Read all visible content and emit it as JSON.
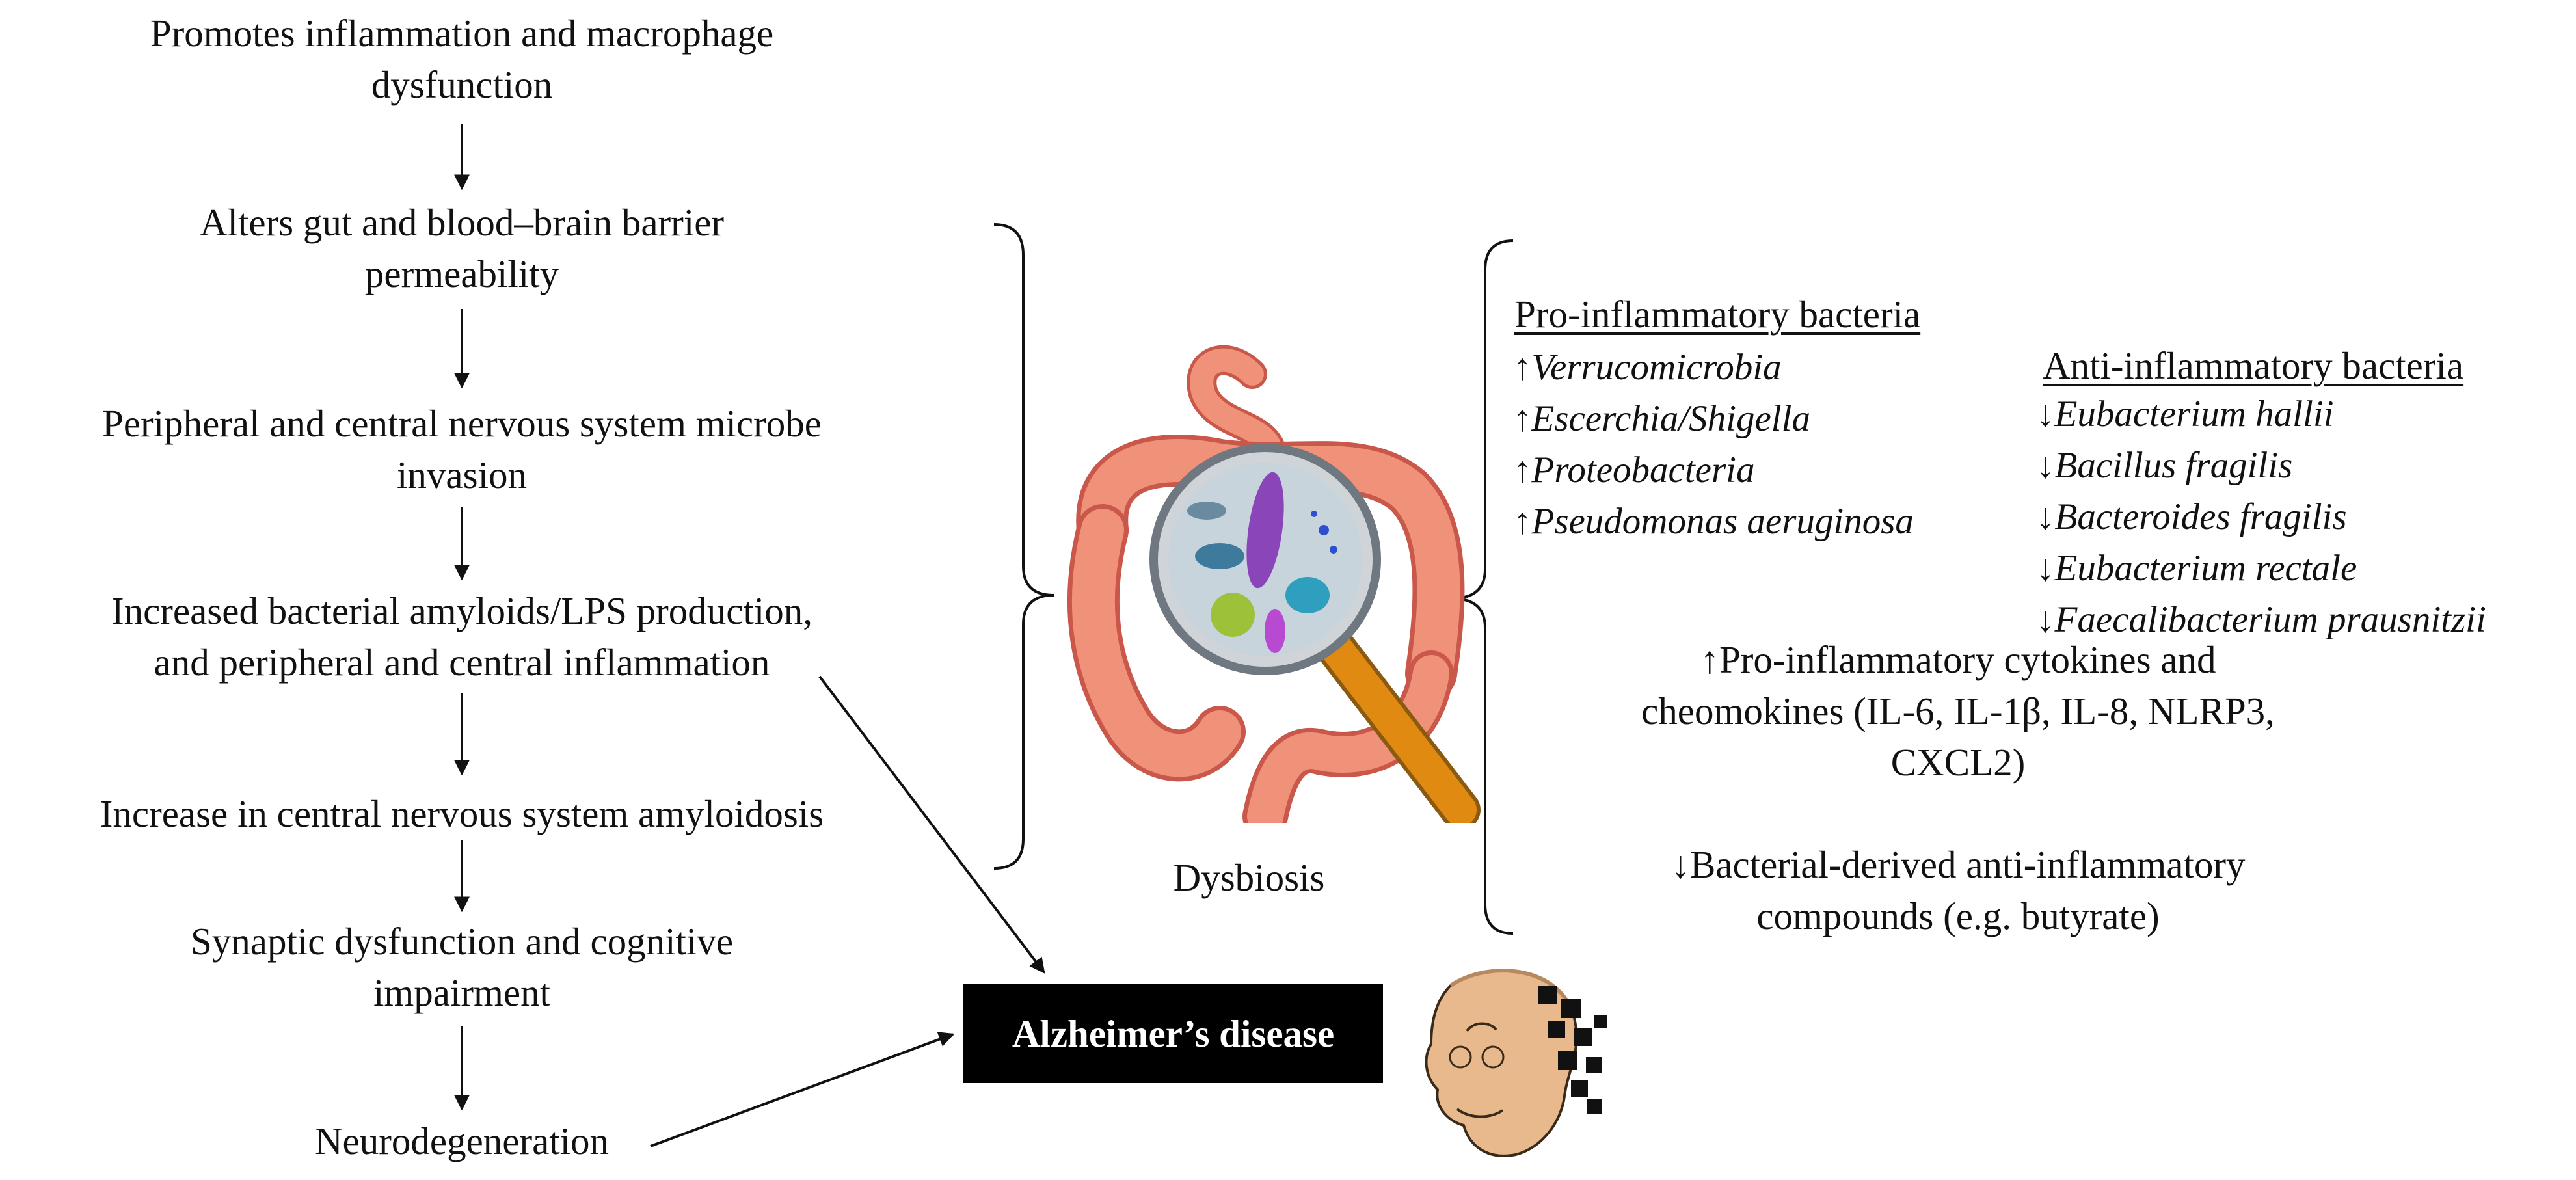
{
  "flow_steps": [
    {
      "line1": "Promotes inflammation and macrophage",
      "line2": "dysfunction"
    },
    {
      "line1": "Alters gut and blood–brain barrier",
      "line2": "permeability"
    },
    {
      "line1": "Peripheral and central nervous system microbe",
      "line2": "invasion"
    },
    {
      "line1": "Increased bacterial amyloids/LPS production,",
      "line2": "and peripheral and central inflammation"
    },
    {
      "line1": "Increase in central nervous system amyloidosis",
      "line2": ""
    },
    {
      "line1": "Synaptic dysfunction and cognitive",
      "line2": "impairment"
    },
    {
      "line1": "Neurodegeneration",
      "line2": ""
    }
  ],
  "center": {
    "dysbiosis_label": "Dysbiosis",
    "outcome_label": "Alzheimer’s disease"
  },
  "pro_inflammatory": {
    "heading": "Pro-inflammatory bacteria",
    "arrow": "↑",
    "items": [
      "Verrucomicrobia",
      "Escerchia/Shigella",
      "Proteobacteria",
      "Pseudomonas aeruginosa"
    ]
  },
  "anti_inflammatory": {
    "heading": "Anti-inflammatory bacteria",
    "arrow": "↓",
    "items": [
      "Eubacterium hallii",
      "Bacillus fragilis",
      "Bacteroides fragilis",
      "Eubacterium rectale",
      "Faecalibacterium prausnitzii"
    ]
  },
  "cytokines": {
    "line1": "↑Pro-inflammatory cytokines and",
    "line2": "cheomokines (IL-6, IL-1β, IL-8, NLRP3,",
    "line3": "CXCL2)"
  },
  "compounds": {
    "line1": "↓Bacterial-derived anti-inflammatory",
    "line2": "compounds (e.g. butyrate)"
  },
  "colors": {
    "stroke": "#111111",
    "box": "#000000",
    "gut": "#f0917a",
    "gut_dark": "#c9584a",
    "lens_rim": "#b9bec4",
    "handle": "#e08a12",
    "skin": "#e8b98c"
  },
  "icons": [
    "gut-magnifier-illustration",
    "head-puzzle-illustration"
  ]
}
